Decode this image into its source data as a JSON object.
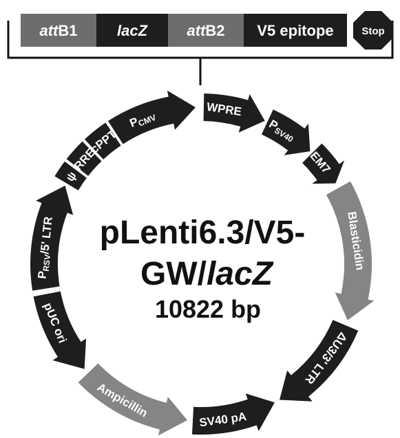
{
  "cassette": {
    "segments": [
      {
        "id": "attB1",
        "italic": "att",
        "normal": "B1",
        "fill": "#6d6d6d"
      },
      {
        "id": "lacZ",
        "italic": "lacZ",
        "normal": "",
        "fill": "#1e1e1e"
      },
      {
        "id": "attB2",
        "italic": "att",
        "normal": "B2",
        "fill": "#6d6d6d"
      },
      {
        "id": "v5",
        "italic": "",
        "normal": "V5 epitope",
        "fill": "#1e1e1e"
      }
    ],
    "stop_label": "Stop"
  },
  "plasmid": {
    "name_line1": "pLenti6.3/V5-",
    "name_line2_prefix": "GW/",
    "name_line2_italic": "lacZ",
    "size": "10822 bp"
  },
  "features": [
    {
      "id": "pcmv",
      "label": "P",
      "sub": "CMV",
      "fill": "#1e1e1e"
    },
    {
      "id": "wpre",
      "label": "WPRE",
      "sub": "",
      "fill": "#1e1e1e"
    },
    {
      "id": "psv40",
      "label": "P",
      "sub": "SV40",
      "fill": "#1e1e1e"
    },
    {
      "id": "em7",
      "label": "EM7",
      "sub": "",
      "fill": "#1e1e1e"
    },
    {
      "id": "blasticidin",
      "label": "Blasticidin",
      "sub": "",
      "fill": "#858585"
    },
    {
      "id": "ltr3",
      "label": "ΔU3/3' LTR",
      "sub": "",
      "fill": "#1e1e1e"
    },
    {
      "id": "sv40pa",
      "label": "SV40 pA",
      "sub": "",
      "fill": "#1e1e1e"
    },
    {
      "id": "ampicillin",
      "label": "Ampicillin",
      "sub": "",
      "fill": "#858585"
    },
    {
      "id": "puc",
      "label": "pUC ori",
      "sub": "",
      "fill": "#1e1e1e"
    },
    {
      "id": "prsv",
      "label": "P",
      "sub": "RSV",
      "tail": "/5' LTR",
      "fill": "#1e1e1e"
    },
    {
      "id": "psi",
      "label": "ψ",
      "sub": "",
      "fill": "#1e1e1e"
    },
    {
      "id": "rre",
      "label": "RRE",
      "sub": "",
      "fill": "#1e1e1e"
    },
    {
      "id": "cppt",
      "label": "cPPT",
      "sub": "",
      "fill": "#1e1e1e"
    }
  ]
}
